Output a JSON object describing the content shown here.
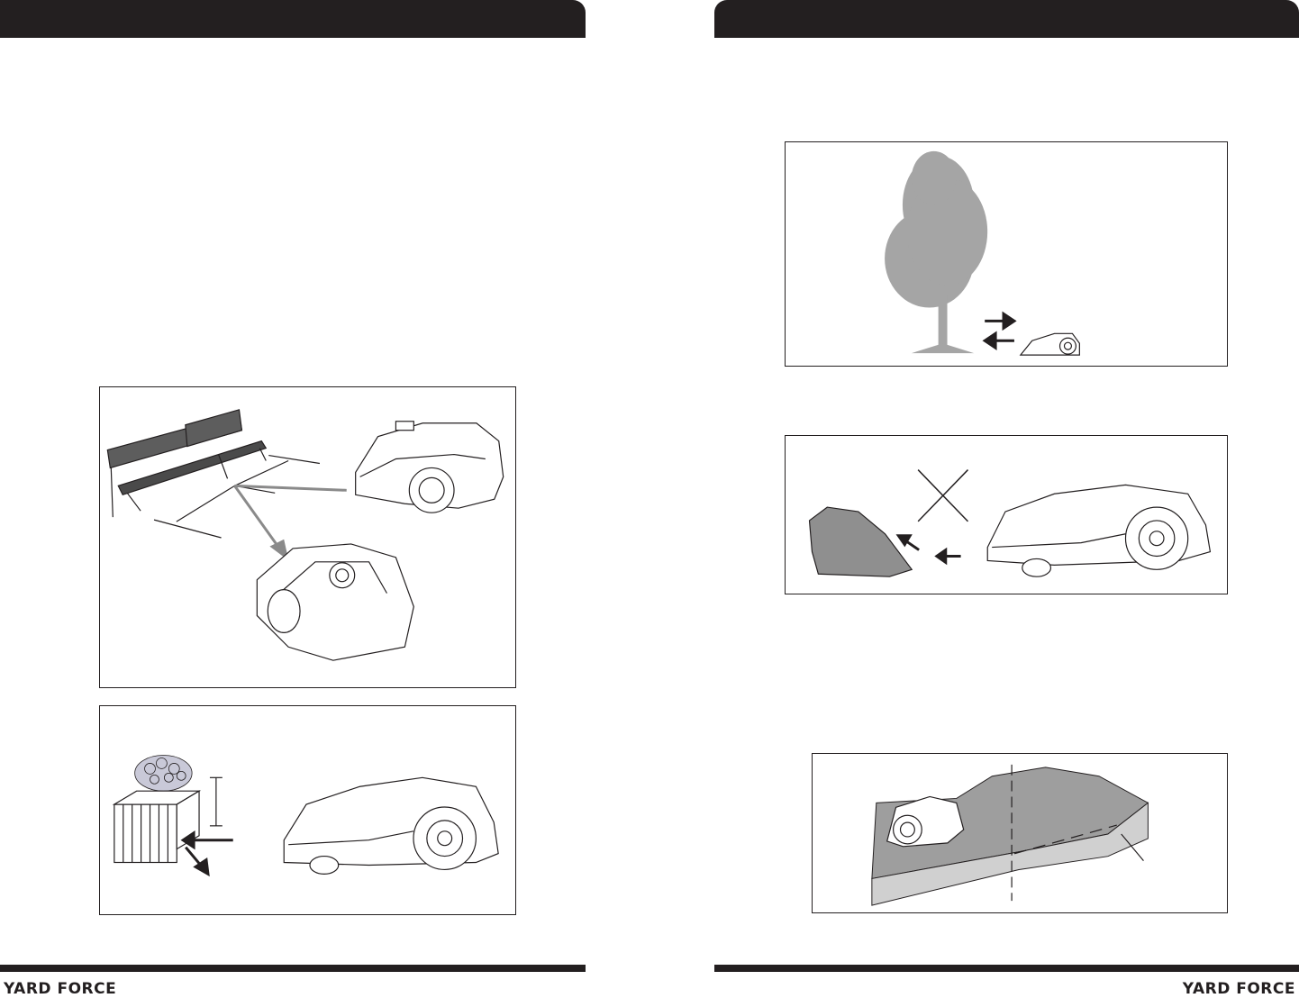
{
  "left_page": {
    "brand": "YARD FORCE"
  },
  "right_page": {
    "brand": "YARD FORCE"
  },
  "figures": [
    {
      "id": "bench",
      "icon": "bench-and-mowers-illustration"
    },
    {
      "id": "planter",
      "icon": "planter-and-mower-illustration"
    },
    {
      "id": "tree",
      "icon": "tree-and-mower-illustration"
    },
    {
      "id": "rock",
      "icon": "rock-and-mower-illustration"
    },
    {
      "id": "slope",
      "icon": "slope-and-mower-illustration"
    }
  ]
}
